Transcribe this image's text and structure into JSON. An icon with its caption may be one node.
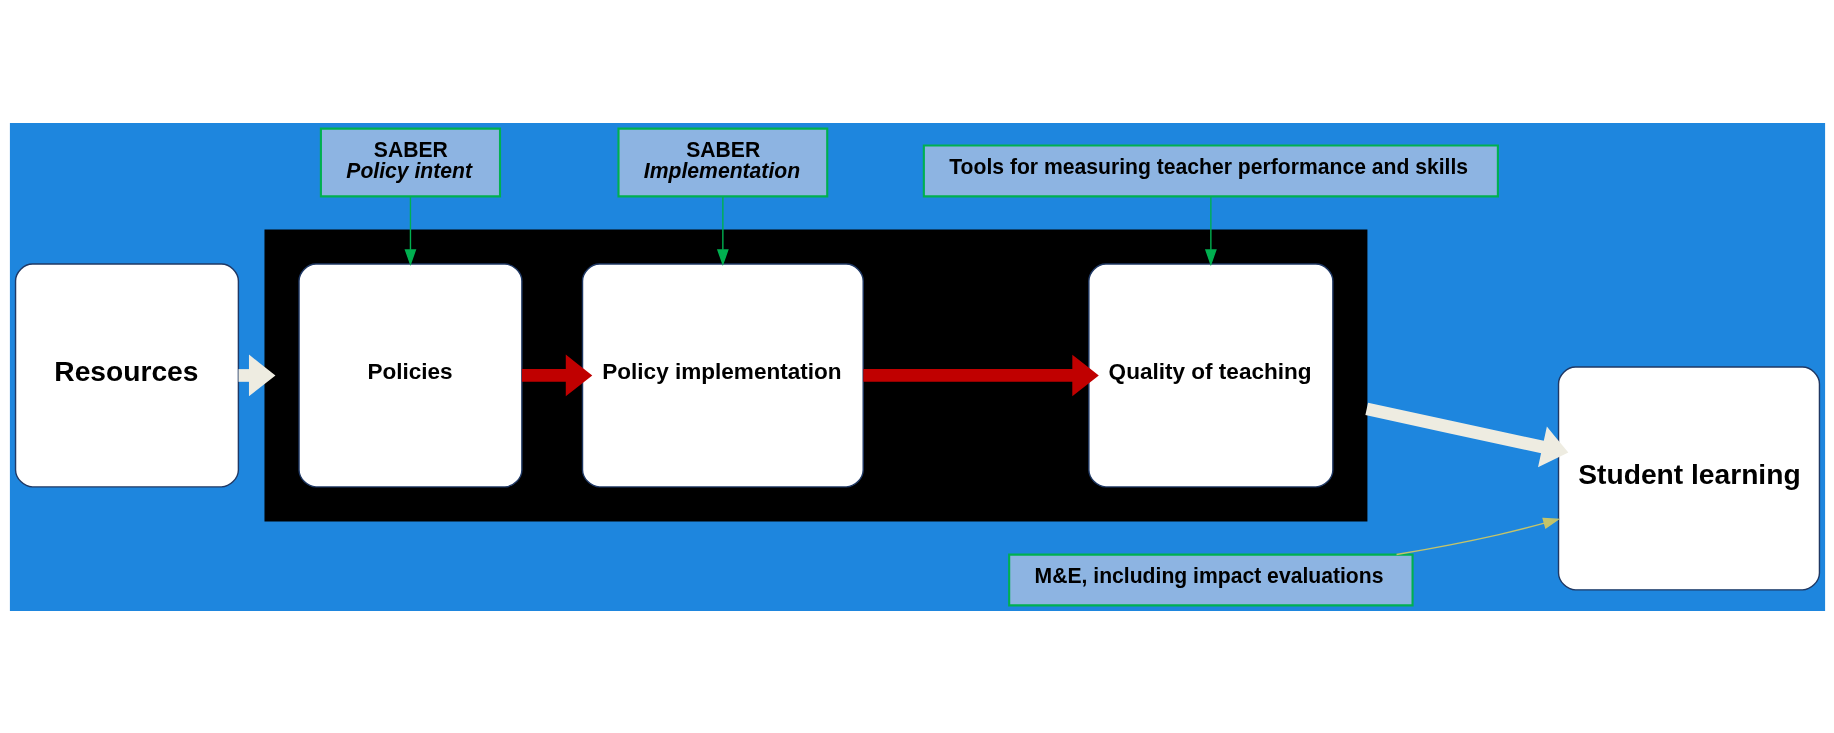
{
  "diagram": {
    "nodes": [
      {
        "text": [
          "Resources"
        ]
      },
      {
        "text": [],
        "shape": "box"
      },
      {
        "text": [
          "Policies"
        ],
        "in": 1
      },
      {
        "text": [
          "Policy implementation"
        ],
        "in": 1
      },
      {
        "text": [
          "Quality of teaching"
        ],
        "in": 1
      },
      {
        "text": [
          "Student learning"
        ]
      },
      {
        "text": [
          "M&E, including impact evaluations"
        ]
      },
      {
        "text": [
          "SABER",
          "Policy intent"
        ]
      },
      {
        "text": [
          "SABER",
          "Implementation"
        ]
      },
      {
        "text": [
          "Tools for measuring teacher performance and skills"
        ]
      }
    ],
    "edges": [
      {
        "from": 0,
        "to": 1,
        "arrow": "to",
        "style": "thick",
        "color": "#eeece1"
      },
      {
        "from": 2,
        "to": 3,
        "arrow": "to",
        "style": "thick",
        "color": "#c00000"
      },
      {
        "from": 3,
        "to": 4,
        "arrow": "to",
        "style": "thick",
        "color": "#c00000"
      },
      {
        "from": 1,
        "to": 5,
        "arrow": "to",
        "style": "thick",
        "color": "#eeece1"
      },
      {
        "from": 6,
        "to": 5,
        "arrow": "to",
        "color": "#c4c46a"
      },
      {
        "from": 7,
        "to": 2,
        "arrow": "to",
        "color": "#00b050"
      },
      {
        "from": 8,
        "to": 3,
        "arrow": "to",
        "color": "#00b050"
      },
      {
        "from": 9,
        "to": 4,
        "arrow": "to",
        "color": "#00b050"
      }
    ]
  }
}
